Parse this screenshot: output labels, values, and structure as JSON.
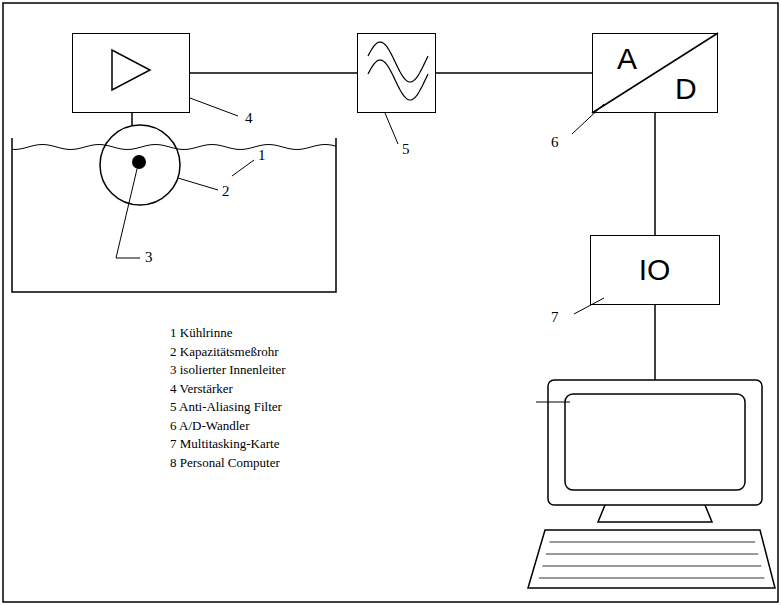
{
  "diagram": {
    "nodes": [
      {
        "text": [
          "4"
        ]
      },
      {
        "text": [
          "5"
        ]
      },
      {
        "text": [
          "A",
          "D",
          "6"
        ]
      },
      {
        "text": [
          "IO",
          "7"
        ]
      }
    ],
    "edges": [
      {
        "from": 0,
        "to": 1,
        "arrow": "none"
      },
      {
        "from": 1,
        "to": 2,
        "arrow": "none"
      },
      {
        "from": 2,
        "to": 3,
        "arrow": "none"
      }
    ],
    "labels": [
      "1",
      "2",
      "3",
      "1 Kühlrinne",
      "2 Kapazitätsmeßrohr",
      "3 isolierter Innenleiter",
      "4 Verstärker",
      "5 Anti-Aliasing Filter",
      "6 A/D-Wandler",
      "7 Multitasking-Karte",
      "8 Personal Computer"
    ]
  }
}
